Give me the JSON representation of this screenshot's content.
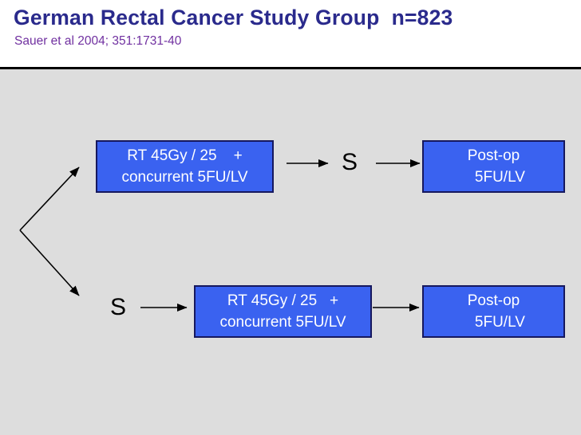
{
  "header": {
    "title": "German Rectal Cancer Study Group  n=823",
    "subtitle": "Sauer et al 2004; 351:1731-40",
    "title_color": "#2a2a8c",
    "subtitle_color": "#7030a0",
    "rule_color": "#000000"
  },
  "canvas": {
    "background_color": "#dddddd",
    "box_fill_color": "#3a62f0",
    "box_border_color": "#16185e",
    "box_text_color": "#ffffff",
    "arrow_color": "#000000"
  },
  "diagram": {
    "arms": [
      {
        "name": "preoperative-chemoradiation-arm",
        "steps": [
          {
            "id": "rt-top",
            "line1": "RT 45Gy / 25    +",
            "line2": "concurrent 5FU/LV"
          },
          {
            "id": "surgery-top",
            "label": "S"
          },
          {
            "id": "post-op-top",
            "line1": "Post-op",
            "line2": "   5FU/LV"
          }
        ]
      },
      {
        "name": "postoperative-chemoradiation-arm",
        "steps": [
          {
            "id": "surgery-bot",
            "label": "S"
          },
          {
            "id": "rt-bot",
            "line1": "RT 45Gy / 25   +",
            "line2": "concurrent 5FU/LV"
          },
          {
            "id": "post-op-bot",
            "line1": "Post-op",
            "line2": "   5FU/LV"
          }
        ]
      }
    ]
  }
}
